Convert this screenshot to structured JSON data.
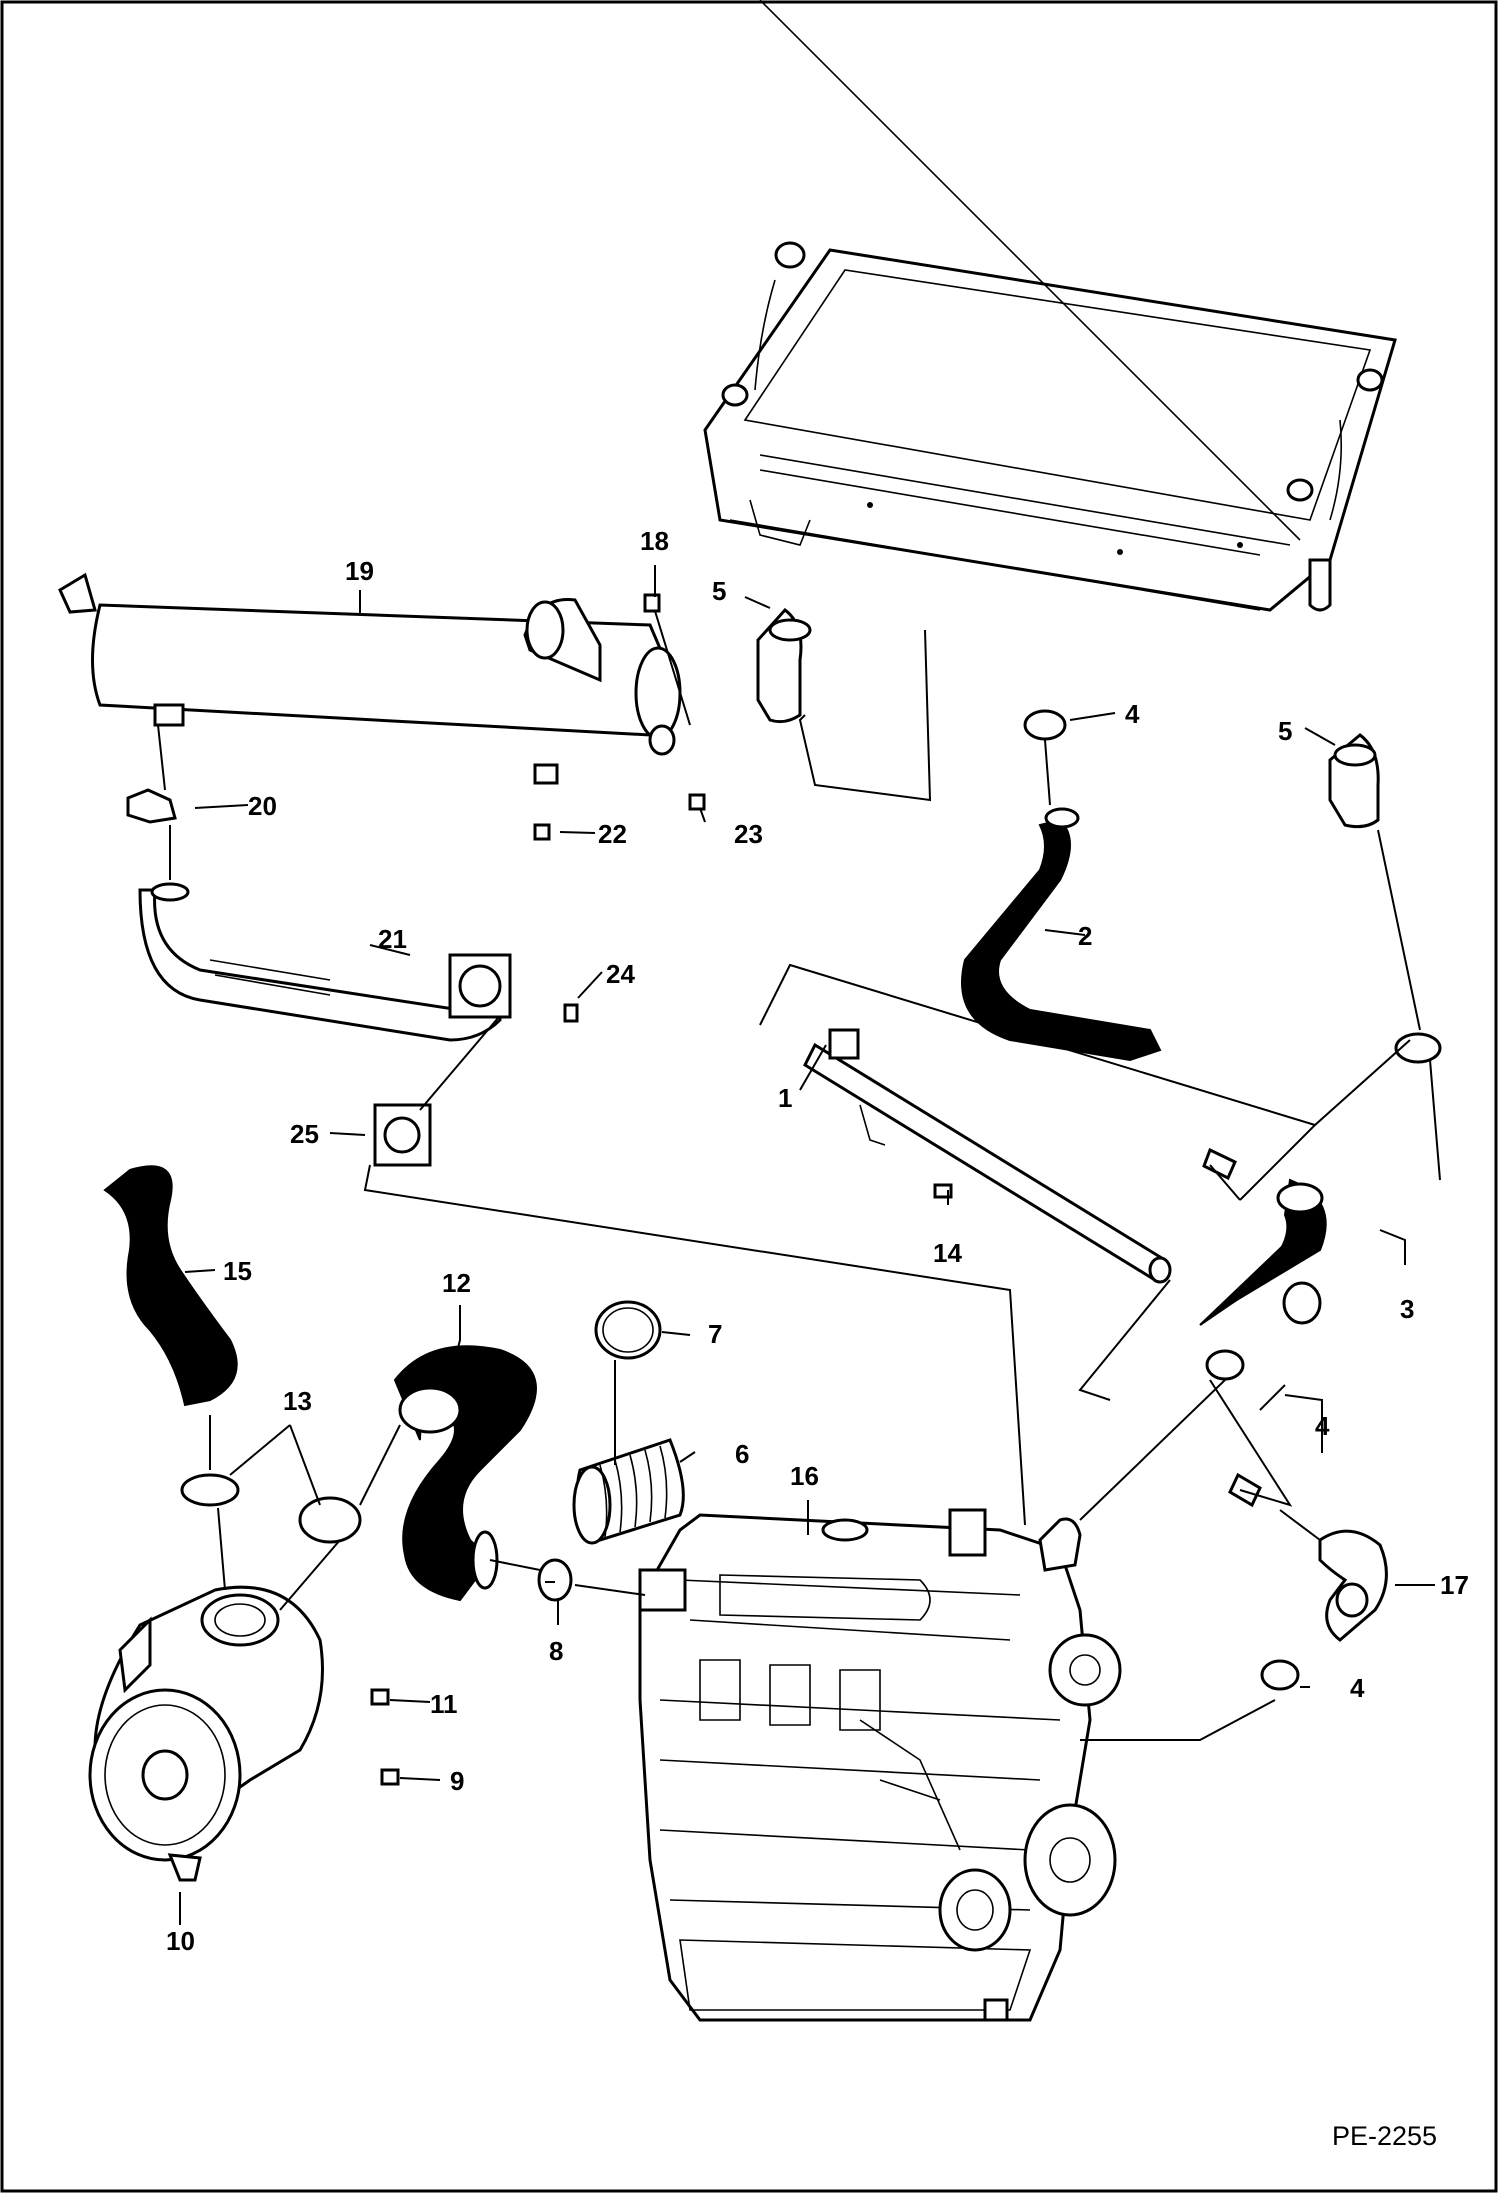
{
  "diagram_id": "PE-2255",
  "callouts": [
    {
      "id": "c1",
      "label": "1"
    },
    {
      "id": "c2",
      "label": "2"
    },
    {
      "id": "c3",
      "label": "3"
    },
    {
      "id": "c4a",
      "label": "4"
    },
    {
      "id": "c4b",
      "label": "4"
    },
    {
      "id": "c4c",
      "label": "4"
    },
    {
      "id": "c5a",
      "label": "5"
    },
    {
      "id": "c5b",
      "label": "5"
    },
    {
      "id": "c6",
      "label": "6"
    },
    {
      "id": "c7",
      "label": "7"
    },
    {
      "id": "c8",
      "label": "8"
    },
    {
      "id": "c9",
      "label": "9"
    },
    {
      "id": "c10",
      "label": "10"
    },
    {
      "id": "c11",
      "label": "11"
    },
    {
      "id": "c12",
      "label": "12"
    },
    {
      "id": "c13",
      "label": "13"
    },
    {
      "id": "c14",
      "label": "14"
    },
    {
      "id": "c15",
      "label": "15"
    },
    {
      "id": "c16",
      "label": "16"
    },
    {
      "id": "c17",
      "label": "17"
    },
    {
      "id": "c18",
      "label": "18"
    },
    {
      "id": "c19",
      "label": "19"
    },
    {
      "id": "c20",
      "label": "20"
    },
    {
      "id": "c21",
      "label": "21"
    },
    {
      "id": "c22",
      "label": "22"
    },
    {
      "id": "c23",
      "label": "23"
    },
    {
      "id": "c24",
      "label": "24"
    },
    {
      "id": "c25",
      "label": "25"
    }
  ]
}
